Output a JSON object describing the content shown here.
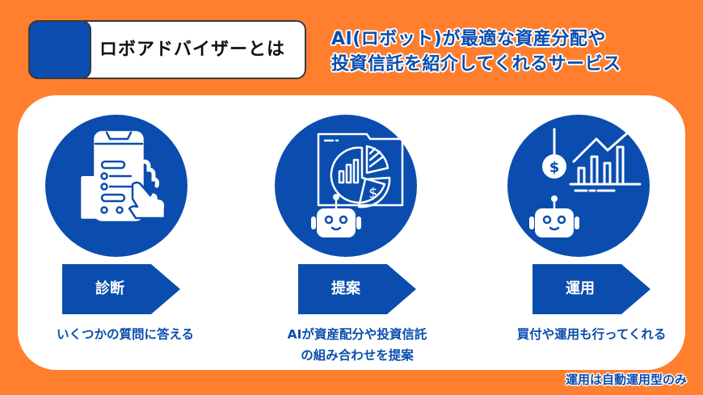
{
  "header": {
    "title": "ロボアドバイザーとは",
    "accent_color": "#0A4DAE"
  },
  "tagline": {
    "line1": "AI(ロボット)が最適な資産分配や",
    "line2": "投資信託を紹介してくれるサービス"
  },
  "steps": [
    {
      "label": "診断",
      "icon": "smartphone-tap-icon",
      "description_line1": "いくつかの質問に答える",
      "description_line2": ""
    },
    {
      "label": "提案",
      "icon": "robot-portfolio-chart-icon",
      "description_line1": "AIが資産配分や投資信託",
      "description_line2": "の組み合わせを提案"
    },
    {
      "label": "運用",
      "icon": "robot-growth-chart-icon",
      "description_line1": "買付や運用も行ってくれる",
      "description_line2": ""
    }
  ],
  "footnote": "運用は自動運用型のみ",
  "colors": {
    "background": "#FF7F2F",
    "primary": "#0A4DAE",
    "card": "#FFFFFF"
  }
}
